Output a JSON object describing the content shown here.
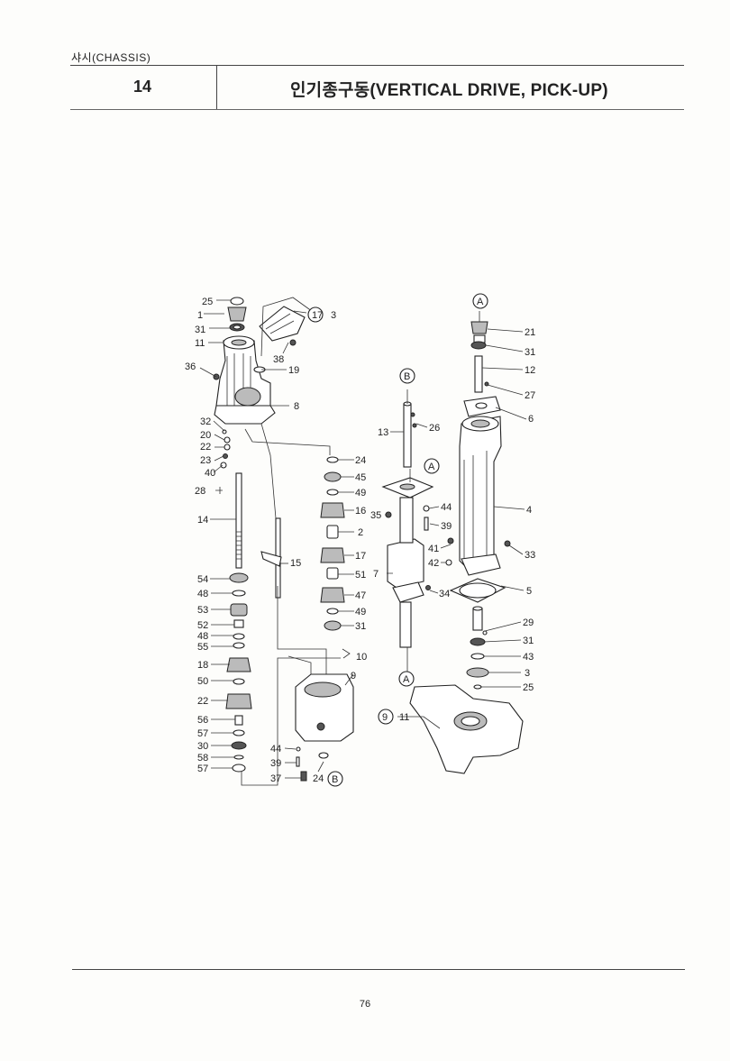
{
  "header": {
    "section": "샤시(CHASSIS)",
    "number": "14",
    "title": "인기종구동(VERTICAL DRIVE, PICK-UP)"
  },
  "labels": {
    "l25a": "25",
    "l1": "1",
    "l31a": "31",
    "l11a": "11",
    "l36": "36",
    "l17": "17",
    "l3a": "3",
    "l38": "38",
    "l19": "19",
    "l8": "8",
    "l32": "32",
    "l20": "20",
    "l22a": "22",
    "l23": "23",
    "l40": "40",
    "l28": "28",
    "l14": "14",
    "l54": "54",
    "l48a": "48",
    "l53": "53",
    "l52": "52",
    "l48b": "48",
    "l55": "55",
    "l18": "18",
    "l50": "50",
    "l22b": "22",
    "l56": "56",
    "l57a": "57",
    "l30": "30",
    "l58": "58",
    "l57b": "57",
    "l15": "15",
    "l24a": "24",
    "l45": "45",
    "l49a": "49",
    "l16": "16",
    "l2": "2",
    "l17b": "17",
    "l51": "51",
    "l47": "47",
    "l49b": "49",
    "l31b": "31",
    "l10": "10",
    "l9a": "9",
    "l44a": "44",
    "l39a": "39",
    "l37": "37",
    "l24b": "24",
    "cB1": "B",
    "cB2": "B",
    "l13": "13",
    "l26": "26",
    "cA1": "A",
    "l35": "35",
    "l44b": "44",
    "l39b": "39",
    "l41": "41",
    "l42": "42",
    "l7": "7",
    "l34": "34",
    "cA2": "A",
    "l9b": "9",
    "l11b": "11",
    "cA3": "A",
    "l21": "21",
    "l31c": "31",
    "l12": "12",
    "l27": "27",
    "l6": "6",
    "l4": "4",
    "l33": "33",
    "l5": "5",
    "l29": "29",
    "l31d": "31",
    "l43": "43",
    "l3b": "3",
    "l25b": "25"
  },
  "footer": {
    "page_number": "76"
  }
}
